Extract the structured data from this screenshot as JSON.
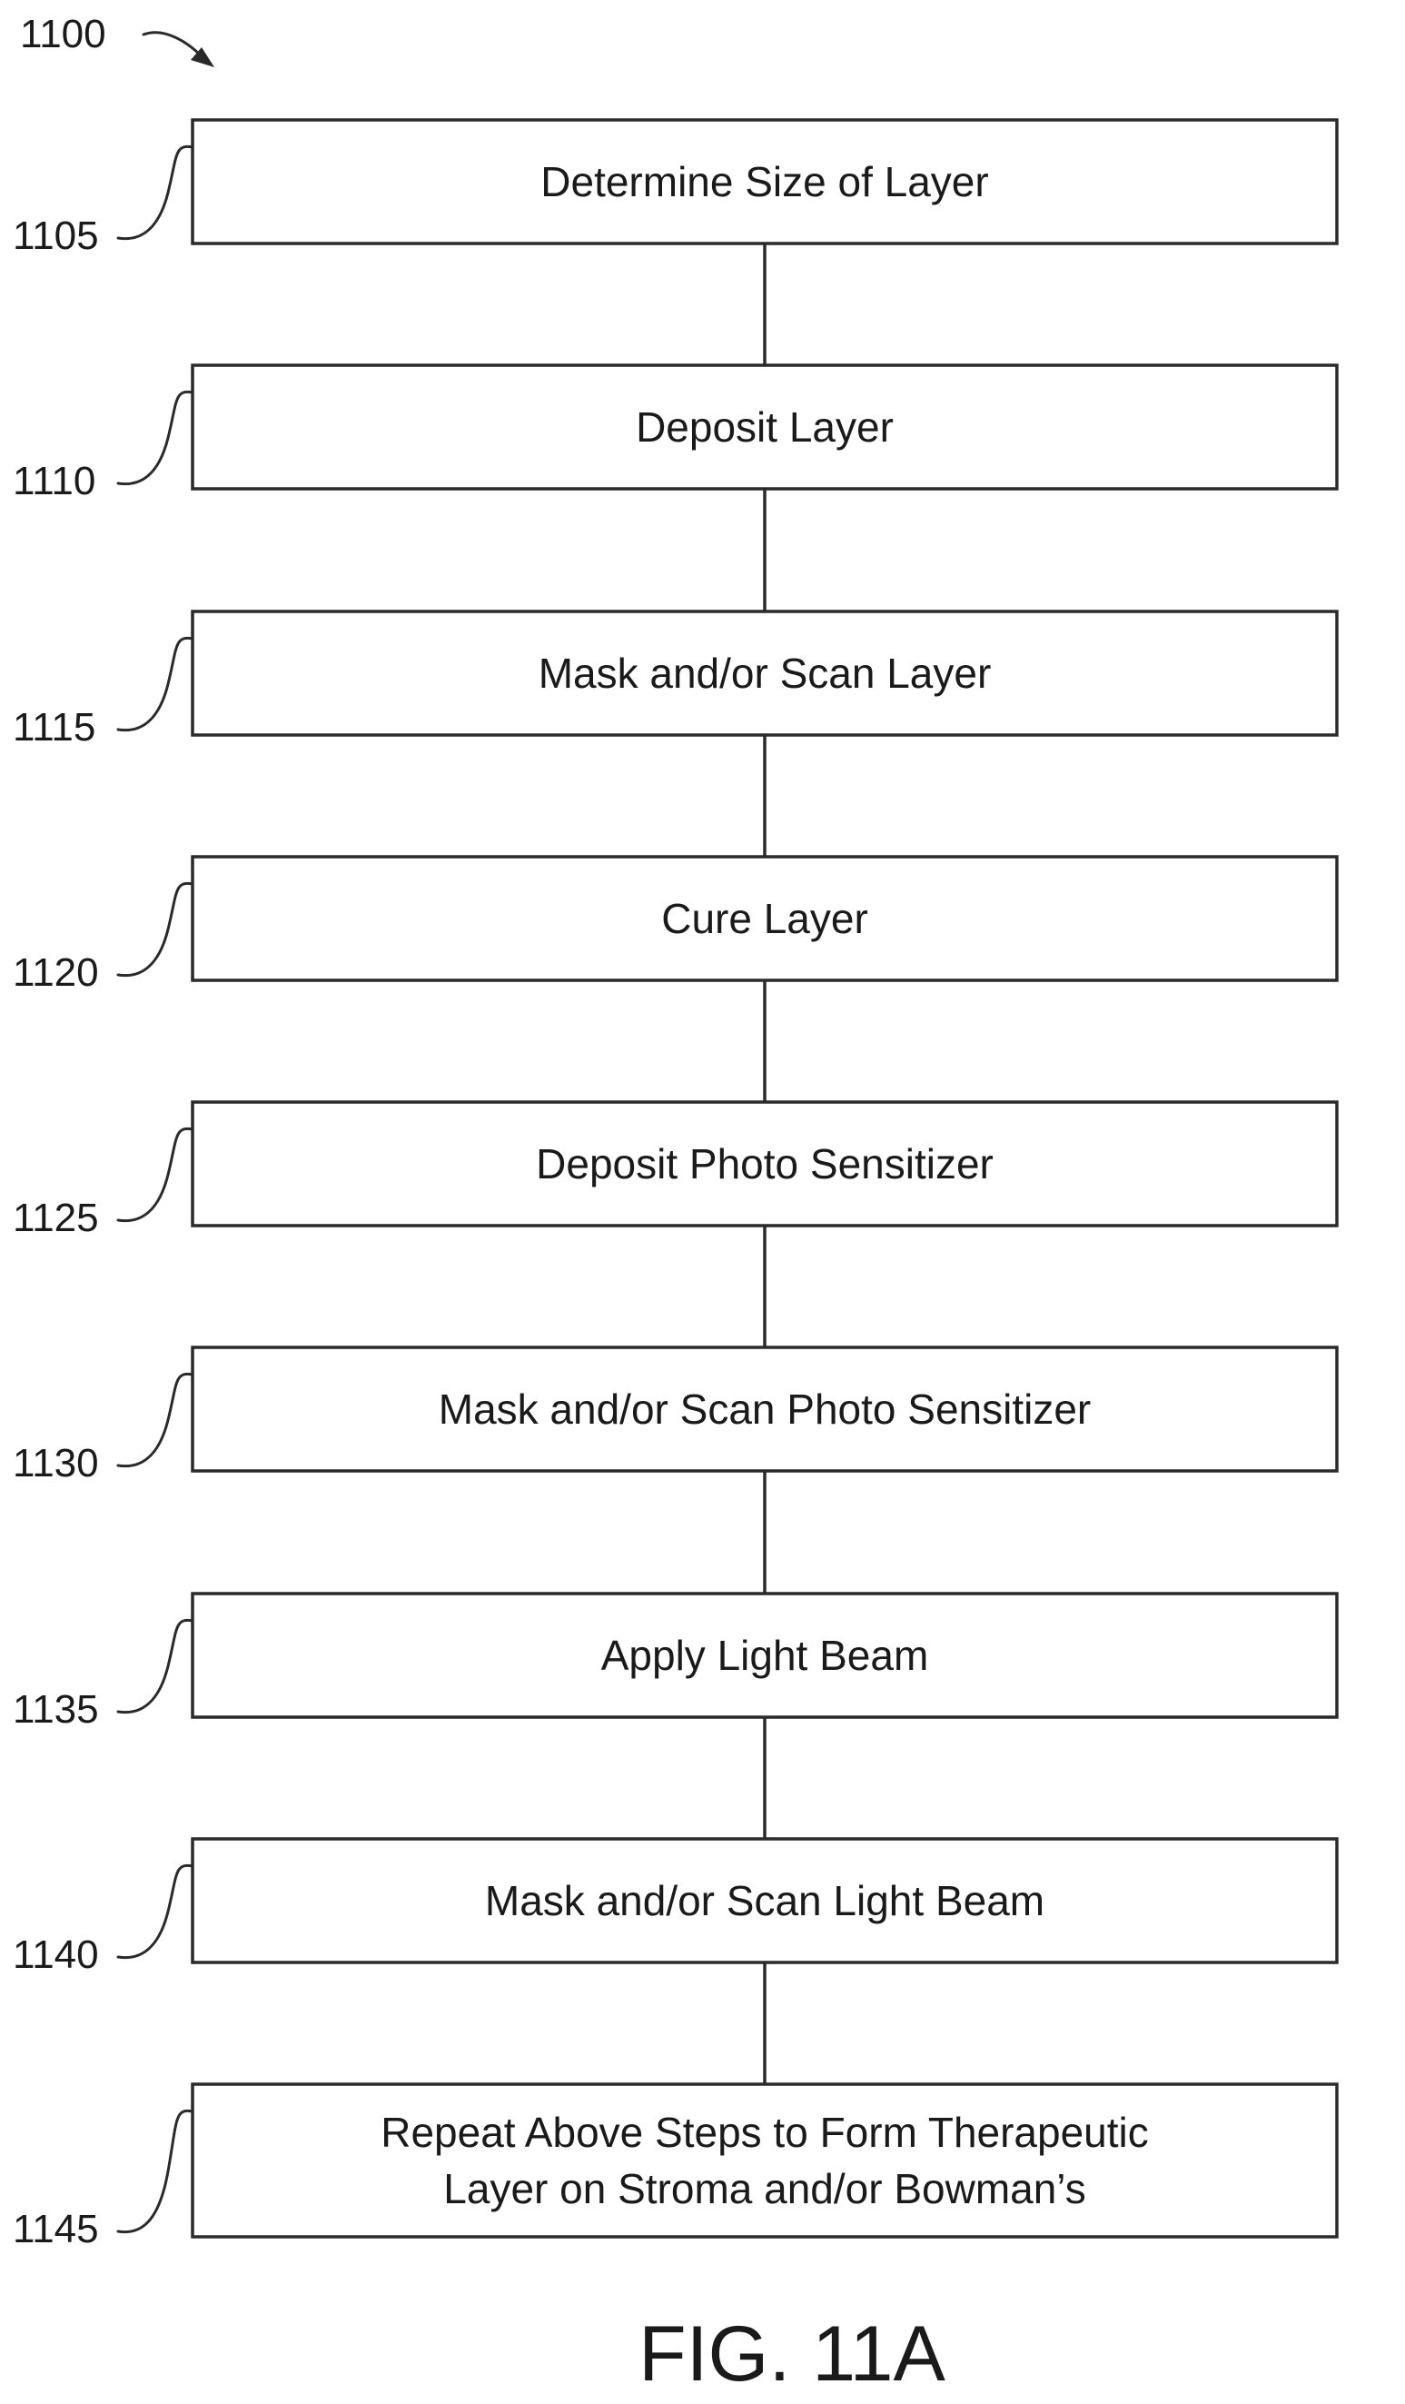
{
  "diagram": {
    "id_label": "1100",
    "figure_label": "FIG. 11A",
    "steps": [
      {
        "ref": "1105",
        "lines": [
          "Determine Size of Layer"
        ]
      },
      {
        "ref": "1110",
        "lines": [
          "Deposit Layer"
        ]
      },
      {
        "ref": "1115",
        "lines": [
          "Mask and/or Scan Layer"
        ]
      },
      {
        "ref": "1120",
        "lines": [
          "Cure Layer"
        ]
      },
      {
        "ref": "1125",
        "lines": [
          "Deposit Photo Sensitizer"
        ]
      },
      {
        "ref": "1130",
        "lines": [
          "Mask and/or Scan Photo Sensitizer"
        ]
      },
      {
        "ref": "1135",
        "lines": [
          "Apply Light Beam"
        ]
      },
      {
        "ref": "1140",
        "lines": [
          "Mask and/or Scan Light Beam"
        ]
      },
      {
        "ref": "1145",
        "lines": [
          "Repeat Above Steps to Form Therapeutic",
          "Layer on Stroma and/or Bowman’s"
        ]
      }
    ]
  }
}
